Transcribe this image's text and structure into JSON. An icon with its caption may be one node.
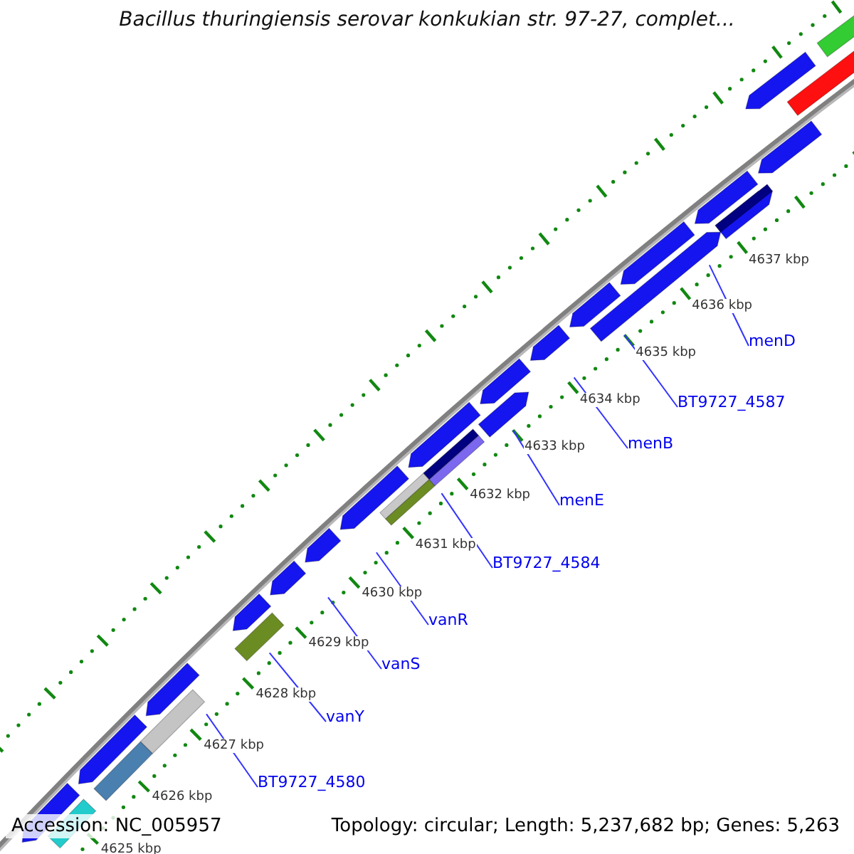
{
  "diagram": {
    "title": "Bacillus thuringiensis serovar konkukian str. 97-27, complet...",
    "nodes": [
      {
        "text": [
          "menD"
        ]
      },
      {
        "text": [
          "BT9727_4587"
        ]
      },
      {
        "text": [
          "menB"
        ]
      },
      {
        "text": [
          "menE"
        ]
      },
      {
        "text": [
          "BT9727_4584"
        ]
      },
      {
        "text": [
          "vanR"
        ]
      },
      {
        "text": [
          "vanS"
        ]
      },
      {
        "text": [
          "vanY"
        ]
      },
      {
        "text": [
          "BT9727_4580"
        ]
      }
    ],
    "edges": [
      {
        "from": 0,
        "to": null,
        "arrow": "none"
      },
      {
        "from": 1,
        "to": null,
        "arrow": "none"
      },
      {
        "from": 2,
        "to": null,
        "arrow": "none"
      },
      {
        "from": 3,
        "to": null,
        "arrow": "none"
      },
      {
        "from": 4,
        "to": null,
        "arrow": "none"
      },
      {
        "from": 5,
        "to": null,
        "arrow": "none"
      },
      {
        "from": 6,
        "to": null,
        "arrow": "none"
      },
      {
        "from": 7,
        "to": null,
        "arrow": "none"
      },
      {
        "from": 8,
        "to": null,
        "arrow": "none"
      }
    ],
    "labels": [
      "4637 kbp",
      "4636 kbp",
      "4635 kbp",
      "4634 kbp",
      "4633 kbp",
      "4632 kbp",
      "4631 kbp",
      "4630 kbp",
      "4629 kbp",
      "4628 kbp",
      "4627 kbp",
      "4626 kbp",
      "4625 kbp",
      "Accession: NC_005957",
      "Topology: circular; Length: 5,237,682 bp; Genes: 5,263"
    ]
  }
}
